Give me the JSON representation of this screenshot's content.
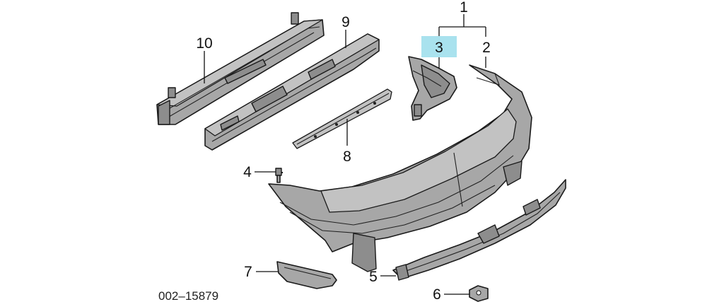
{
  "diagram": {
    "callouts": [
      {
        "id": "1",
        "label": "1"
      },
      {
        "id": "2",
        "label": "2"
      },
      {
        "id": "3",
        "label": "3",
        "highlighted": true
      },
      {
        "id": "4",
        "label": "4"
      },
      {
        "id": "5",
        "label": "5"
      },
      {
        "id": "6",
        "label": "6"
      },
      {
        "id": "7",
        "label": "7"
      },
      {
        "id": "8",
        "label": "8"
      },
      {
        "id": "9",
        "label": "9"
      },
      {
        "id": "10",
        "label": "10"
      }
    ],
    "reference_number": "002–15879",
    "colors": {
      "highlight": "#a9e2ee",
      "part_fill": "#a7a7a7",
      "outline": "#1a1a1a"
    }
  }
}
